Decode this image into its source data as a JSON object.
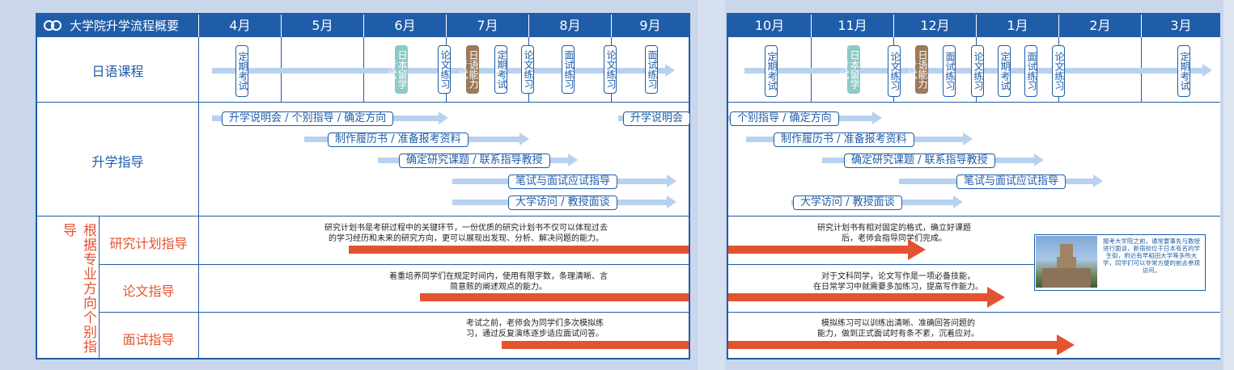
{
  "title": "大学院升学流程概要",
  "months_left": [
    "4月",
    "5月",
    "6月",
    "7月",
    "8月",
    "9月"
  ],
  "months_right": [
    "10月",
    "11月",
    "12月",
    "1月",
    "2月",
    "3月"
  ],
  "rows": {
    "japanese": "日语课程",
    "guidance": "升学指导",
    "side_vertical": "根据专业方向个别指导",
    "research": "研究计划指导",
    "thesis": "论文指导",
    "interview": "面试指导"
  },
  "tags": {
    "exam": "定期考试",
    "eju": "日本留学考试",
    "jlpt": "日语能力考试",
    "essay": "论文练习",
    "interview_practice": "面试练习"
  },
  "pills_left": {
    "p1": "升学说明会 / 个别指导 / 确定方向",
    "p2": "制作履历书 / 准备报考资料",
    "p3": "确定研究课题 / 联系指导教授",
    "p4": "笔试与面试应试指导",
    "p5": "大学访问 / 教授面谈",
    "p6": "升学说明会"
  },
  "pills_right": {
    "p1": "个别指导 / 确定方向",
    "p2": "制作履历书 / 准备报考资料",
    "p3": "确定研究课题 / 联系指导教授",
    "p4": "笔试与面试应试指导",
    "p5": "大学访问 / 教授面谈"
  },
  "desc_left": {
    "research_1": "研究计划书是考研过程中的关键环节，一份优质的研究计划书不仅可以体现过去",
    "research_2": "的学习经历和未来的研究方向，更可以展现出发现、分析、解决问题的能力。",
    "thesis_1": "着重培养同学们在规定时间内，使用有限字数，条理清晰、言",
    "thesis_2": "简意赅的阐述观点的能力。",
    "interview_1": "考试之前，老师会为同学们多次模拟练",
    "interview_2": "习，通过反复演练逐步适应面试问答。"
  },
  "desc_right": {
    "research_1": "研究计划书有相对固定的格式，确立好课题",
    "research_2": "后，老师会指导同学们完成。",
    "thesis_1": "对于文科同学，论文写作是一项必备技能，",
    "thesis_2": "在日常学习中就需要多加练习，提高写作能力。",
    "interview_1": "模拟练习可以训练出清晰、准确回答问题的",
    "interview_2": "能力，做到正式面试时有条不紊，沉着应对。"
  },
  "photo_card_text": "报考大学院之前，通常要事先与教授进行面谈，新宿校位于日本有名的学生街，附近有早稻田大学等多所大学，同学们可以非常方便的前去参观访问。",
  "colors": {
    "primary": "#1f5da8",
    "accent": "#e4532f",
    "band": "#b8d1ee",
    "teal": "#8cc9c7",
    "brown": "#9a7a5a"
  }
}
